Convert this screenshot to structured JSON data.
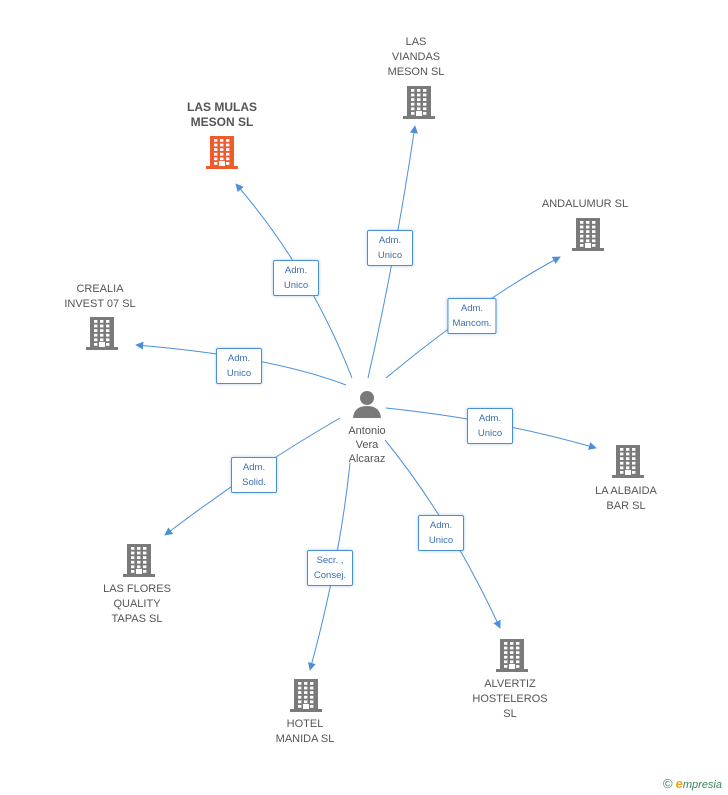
{
  "center": {
    "name": "Antonio\nVera\nAlcaraz",
    "icon": "person-icon"
  },
  "companies": [
    {
      "id": "las-mulas-meson",
      "name": "LAS MULAS\nMESON SL",
      "highlight": true,
      "icon": "building-icon",
      "role": "Adm.\nUnico"
    },
    {
      "id": "las-viandas-meson",
      "name": "LAS\nVIANDAS\nMESON SL",
      "highlight": false,
      "icon": "building-icon",
      "role": "Adm.\nUnico"
    },
    {
      "id": "andalumur",
      "name": "ANDALUMUR SL",
      "highlight": false,
      "icon": "building-icon",
      "role": "Adm.\nMancom."
    },
    {
      "id": "crealia-invest",
      "name": "CREALIA\nINVEST 07 SL",
      "highlight": false,
      "icon": "building-icon",
      "role": "Adm.\nUnico"
    },
    {
      "id": "la-albaida-bar",
      "name": "LA ALBAIDA\nBAR SL",
      "highlight": false,
      "icon": "building-icon",
      "role": "Adm.\nUnico"
    },
    {
      "id": "las-flores-quality",
      "name": "LAS FLORES\nQUALITY\nTAPAS SL",
      "highlight": false,
      "icon": "building-icon",
      "role": "Adm.\nSolid."
    },
    {
      "id": "alvertiz-hosteleros",
      "name": "ALVERTIZ\nHOSTELEROS\nSL",
      "highlight": false,
      "icon": "building-icon",
      "role": "Adm.\nUnico"
    },
    {
      "id": "hotel-manida",
      "name": "HOTEL\nMANIDA  SL",
      "highlight": false,
      "icon": "building-icon",
      "role": "Secr. ,\nConsej."
    }
  ],
  "colors": {
    "edge": "#4a90d9",
    "building": "#7a7a7a",
    "highlight": "#f15a2b"
  },
  "footer": {
    "copyright": "©",
    "brand_first": "e",
    "brand_rest": "mpresia"
  }
}
